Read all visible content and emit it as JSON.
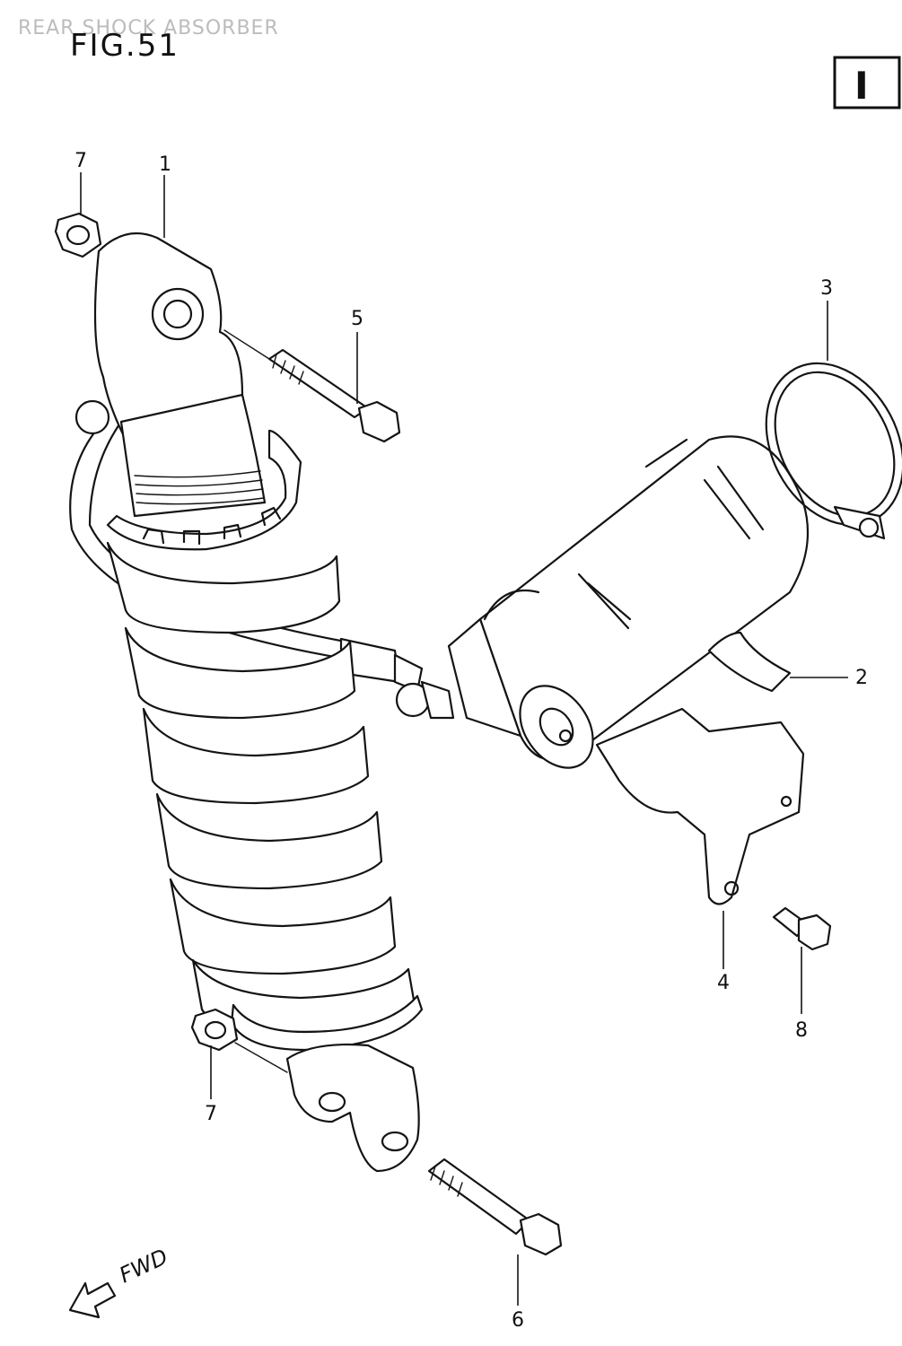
{
  "header": {
    "section_title": "REAR SHOCK ABSORBER",
    "figure_label": "FIG.51",
    "badge": "I"
  },
  "direction": {
    "label": "FWD"
  },
  "callouts": [
    {
      "id": "callout-1",
      "number": "1"
    },
    {
      "id": "callout-2",
      "number": "2"
    },
    {
      "id": "callout-3",
      "number": "3"
    },
    {
      "id": "callout-4",
      "number": "4"
    },
    {
      "id": "callout-5",
      "number": "5"
    },
    {
      "id": "callout-6",
      "number": "6"
    },
    {
      "id": "callout-7-top",
      "number": "7"
    },
    {
      "id": "callout-7-bottom",
      "number": "7"
    },
    {
      "id": "callout-8",
      "number": "8"
    }
  ]
}
